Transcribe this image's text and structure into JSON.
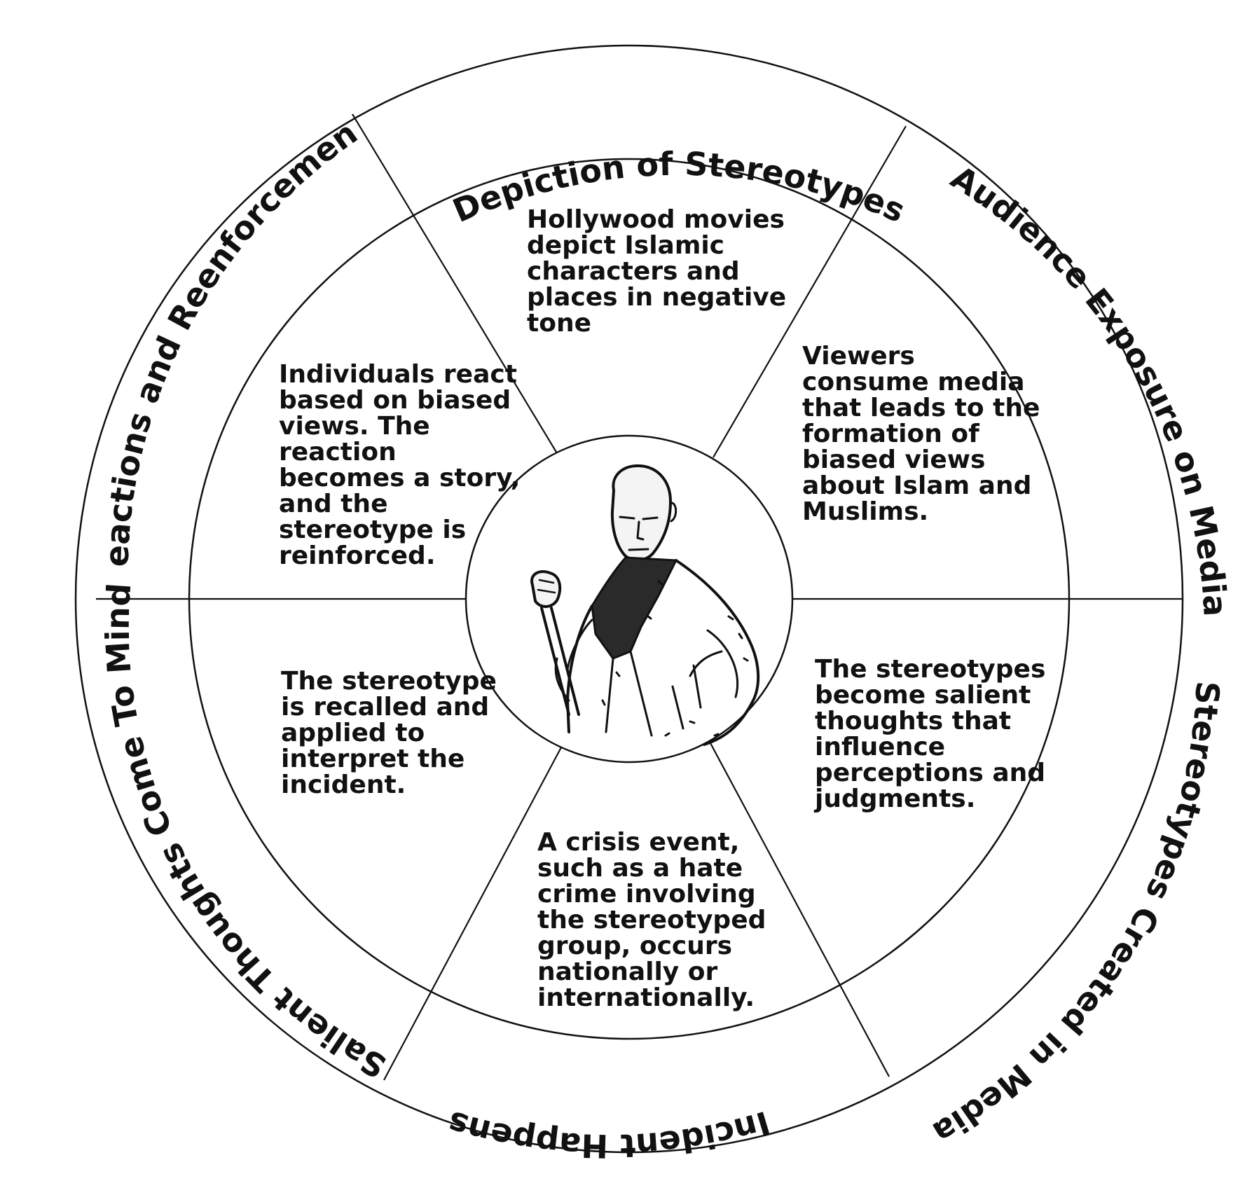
{
  "segments": [
    {
      "id": "depiction",
      "title": "Depiction of Stereotypes",
      "lines": [
        "Hollywood movies",
        "depict Islamic",
        "characters and",
        "places in negative",
        "tone"
      ]
    },
    {
      "id": "exposure",
      "title": "Audience Exposure on Media",
      "lines": [
        "Viewers",
        "consume media",
        "that leads to the",
        "formation of",
        "biased views",
        "about Islam and",
        "Muslims."
      ]
    },
    {
      "id": "created",
      "title": "Stereotypes  Created in Media",
      "lines": [
        "The stereotypes",
        "become salient",
        "thoughts that",
        "influence",
        "perceptions and",
        "judgments."
      ]
    },
    {
      "id": "incident",
      "title": "Incident Happens",
      "lines": [
        "A crisis event,",
        "such as a hate",
        "crime involving",
        "the stereotyped",
        "group, occurs",
        "nationally or",
        "internationally."
      ]
    },
    {
      "id": "salient",
      "title": "Salient Thoughts Come To Mind",
      "lines": [
        "The stereotype",
        "is recalled and",
        "applied to",
        "interpret the",
        "incident."
      ]
    },
    {
      "id": "reactions",
      "title": "Reactions and Reenforcement",
      "lines": [
        "Individuals react",
        "based on biased",
        "views. The",
        "reaction",
        "becomes a story,",
        "and the",
        "stereotype is",
        "reinforced."
      ]
    }
  ]
}
